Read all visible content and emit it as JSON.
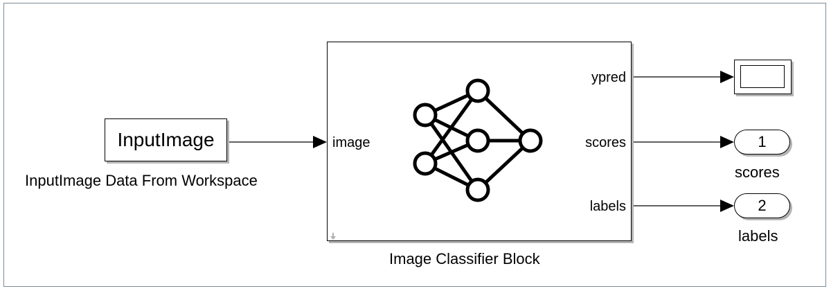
{
  "diagram": {
    "source_block": {
      "value": "InputImage",
      "caption": "InputImage Data From Workspace"
    },
    "classifier_block": {
      "caption": "Image Classifier Block",
      "input_port": "image",
      "output_ports": [
        "ypred",
        "scores",
        "labels"
      ]
    },
    "outports": [
      {
        "number": "1",
        "caption": "scores"
      },
      {
        "number": "2",
        "caption": "labels"
      }
    ]
  }
}
